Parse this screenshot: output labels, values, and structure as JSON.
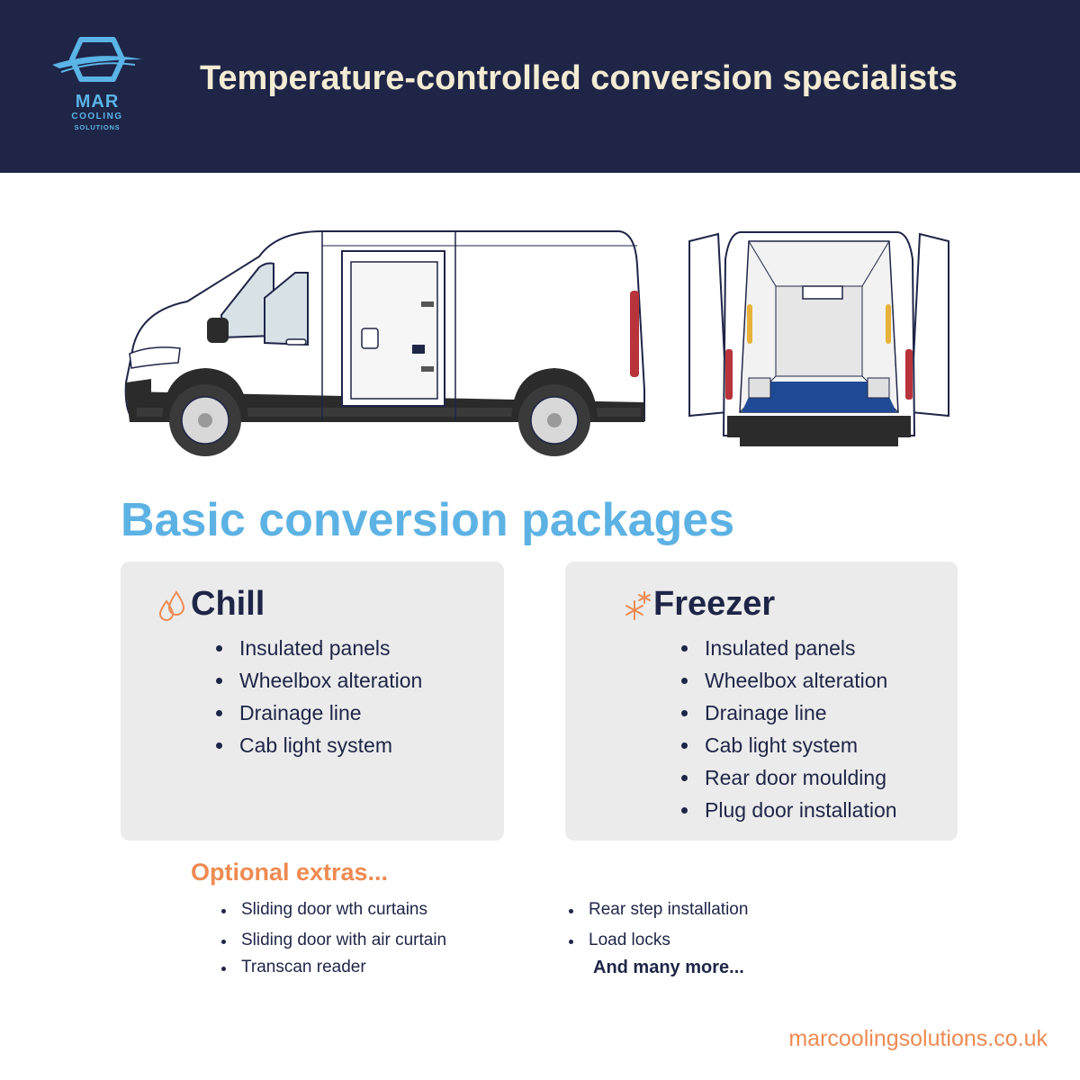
{
  "header": {
    "headline": "Temperature-controlled conversion specialists",
    "logo": {
      "name": "MAR",
      "line1": "COOLING",
      "line2": "SOLUTIONS"
    }
  },
  "section_title": "Basic conversion packages",
  "packages": [
    {
      "title": "Chill",
      "icon": "droplets-icon",
      "items": [
        "Insulated panels",
        "Wheelbox alteration",
        "Drainage line",
        "Cab light system"
      ]
    },
    {
      "title": "Freezer",
      "icon": "snowflake-icon",
      "items": [
        "Insulated panels",
        "Wheelbox alteration",
        "Drainage line",
        "Cab light system",
        "Rear door moulding",
        "Plug door installation"
      ]
    }
  ],
  "extras": {
    "title": "Optional extras...",
    "col1": [
      "Sliding door wth curtains",
      "Sliding door with air curtain",
      "Transcan reader"
    ],
    "col2": [
      "Rear step installation",
      "Load locks"
    ],
    "more": "And many more..."
  },
  "website": "marcoolingsolutions.co.uk",
  "colors": {
    "navy": "#1e2547",
    "sky_blue": "#5db2e4",
    "orange": "#ee8a52",
    "cream": "#f3ebd3",
    "card_grey": "#ebebeb",
    "van_floor_blue": "#1f4a95",
    "tail_light_red": "#b8333a"
  }
}
